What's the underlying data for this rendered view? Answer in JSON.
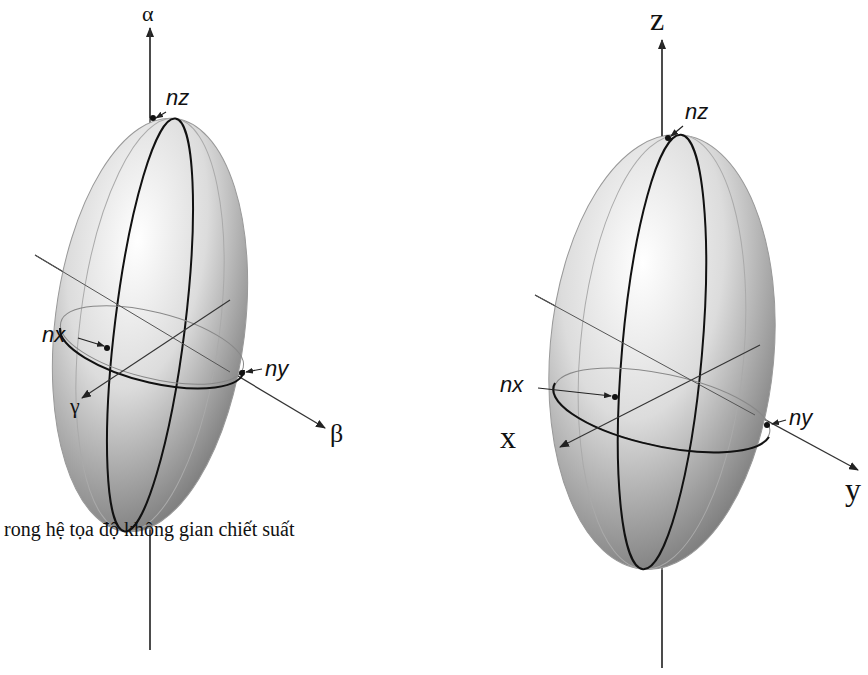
{
  "diagram": {
    "caption": "rong hệ tọa độ không gian chiết suất",
    "labels": [
      "α",
      "nz",
      "nx",
      "γ",
      "ny",
      "β",
      "z",
      "nz",
      "nx",
      "x",
      "ny",
      "y"
    ]
  }
}
